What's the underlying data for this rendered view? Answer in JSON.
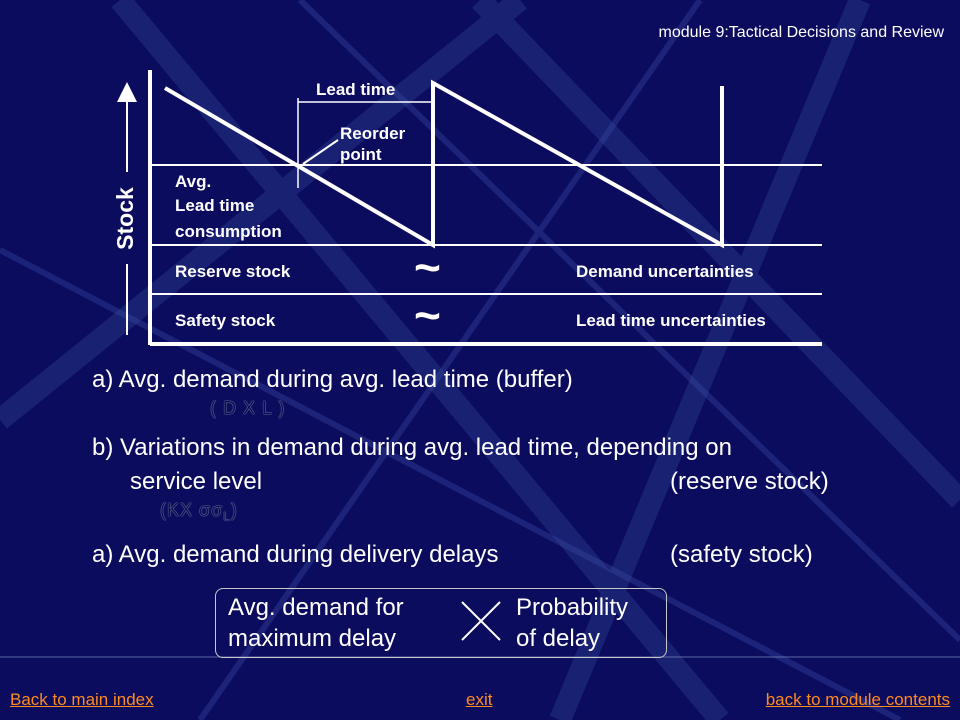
{
  "header": {
    "module_title": "module 9:Tactical Decisions and Review"
  },
  "diagram": {
    "lead_time_label": "Lead time",
    "reorder_label_line1": "Reorder",
    "reorder_label_line2": "point",
    "stock_axis_label": "Stock",
    "avg_label_line1": "Avg.",
    "avg_label_line2": "Lead time",
    "avg_label_line3": "consumption",
    "reserve_stock_label": "Reserve stock",
    "safety_stock_label": "Safety stock",
    "demand_uncertainties_label": "Demand uncertainties",
    "lead_time_uncertainties_label": "Lead time uncertainties",
    "tilde_symbol": "~"
  },
  "content": {
    "item_a1": "a) Avg. demand during avg. lead time (buffer)",
    "formula_1": "( D X L )",
    "item_b_line1": "b) Variations in demand during avg. lead time, depending on",
    "item_b_line2_left": "service level",
    "item_b_line2_right": "(reserve stock)",
    "formula_2": "(KX σσ",
    "formula_2_sub": "L",
    "formula_2_end": ")",
    "item_a2_left": "a) Avg. demand during delivery delays",
    "item_a2_right": "(safety stock)"
  },
  "box": {
    "left_line1": "Avg. demand for",
    "left_line2": "maximum delay",
    "right_line1": "Probability",
    "right_line2": "of delay"
  },
  "footer": {
    "back_to_main_index": "Back to main index",
    "exit": "exit",
    "back_to_module_contents": "back to module contents"
  },
  "colors": {
    "background": "#0c0c5e",
    "text": "#ffffff",
    "link": "#ff8a1e"
  }
}
